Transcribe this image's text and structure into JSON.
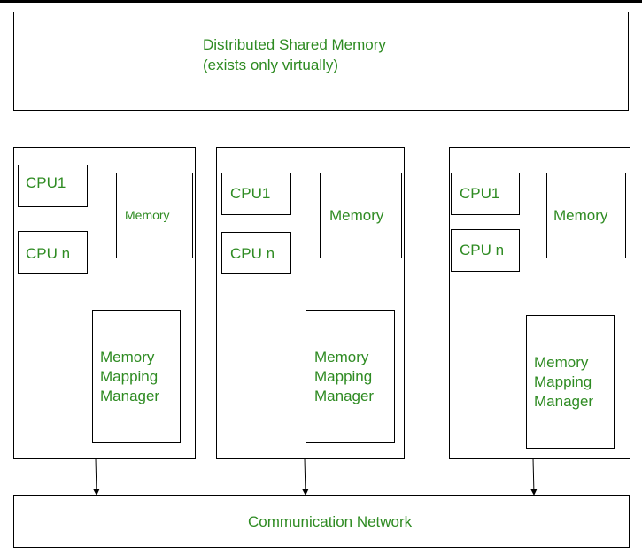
{
  "dsm": {
    "title_line1": "Distributed Shared Memory",
    "title_line2": "(exists only virtually)"
  },
  "nodes": [
    {
      "cpu1": "CPU1",
      "cpun": "CPU n",
      "memory": "Memory",
      "manager": [
        "Memory",
        "Mapping",
        "Manager"
      ]
    },
    {
      "cpu1": "CPU1",
      "cpun": "CPU n",
      "memory": "Memory",
      "manager": [
        "Memory",
        "Mapping",
        "Manager"
      ]
    },
    {
      "cpu1": "CPU1",
      "cpun": "CPU n",
      "memory": "Memory",
      "manager": [
        "Memory",
        "Mapping",
        "Manager"
      ]
    }
  ],
  "network": {
    "label": "Communication Network"
  },
  "colors": {
    "text": "#2e8b22",
    "line": "#000000",
    "background": "#ffffff"
  }
}
